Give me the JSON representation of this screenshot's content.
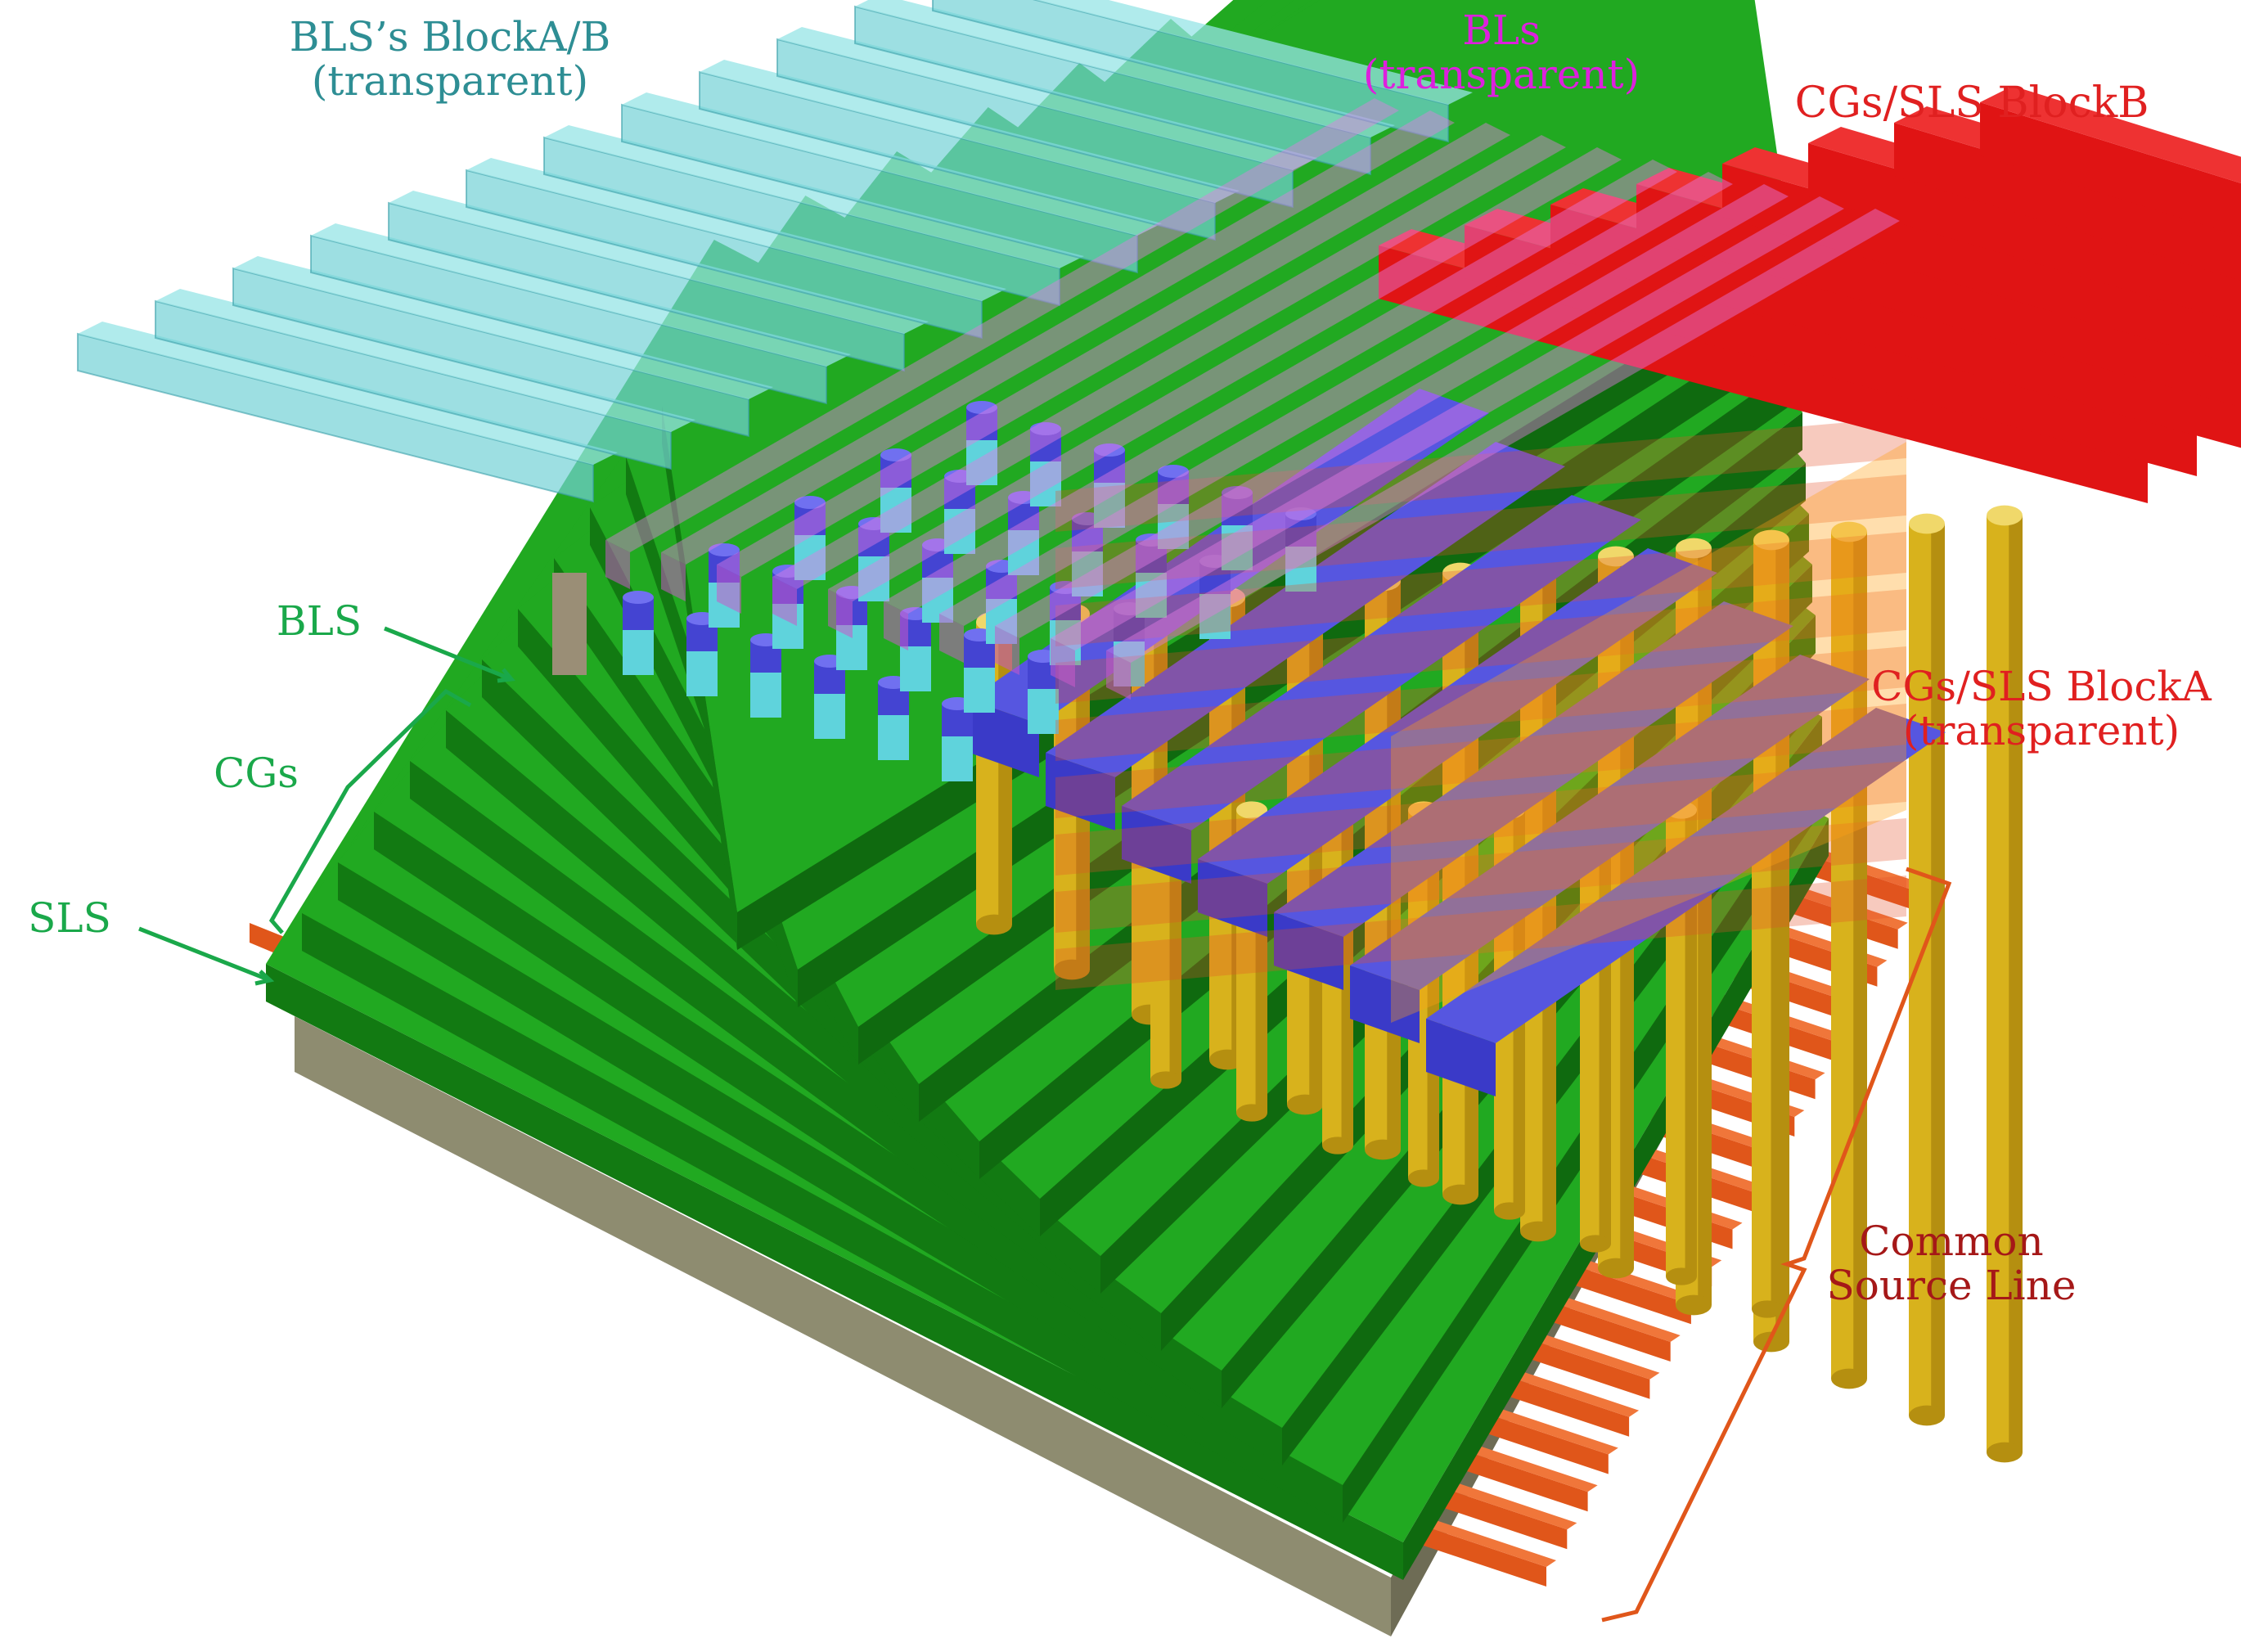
{
  "labels": {
    "bls_blocks": {
      "line1": "BLS’s BlockA/B",
      "line2": "(transparent)"
    },
    "bls_lines": {
      "line1": "BLs",
      "line2": "(transparent)"
    },
    "cg_block_b": {
      "line1": "CGs/SLS BlockB"
    },
    "cg_block_a": {
      "line1": "CGs/SLS BlockA",
      "line2": "(transparent)"
    },
    "bls": "BLS",
    "cgs": "CGs",
    "sls": "SLS",
    "common_source_line": {
      "line1": "Common",
      "line2": "Source Line"
    }
  },
  "colors": {
    "substrate": "#8e8c70",
    "control_gate": "#1b9a1b",
    "pillar": "#d8b21c",
    "bit_line_select": "#4444d2",
    "select_cap": "#5fd3dc",
    "bls_transparent": "#74d2d6",
    "bl_transparent": "#e27ae2",
    "cg_block_b": "#e01414",
    "common_source_line": "#e0561a",
    "label_teal": "#2e8e94",
    "label_magenta": "#dd20dd",
    "label_red": "#e02020",
    "label_green": "#1aa84a",
    "label_darkred": "#a51818"
  }
}
